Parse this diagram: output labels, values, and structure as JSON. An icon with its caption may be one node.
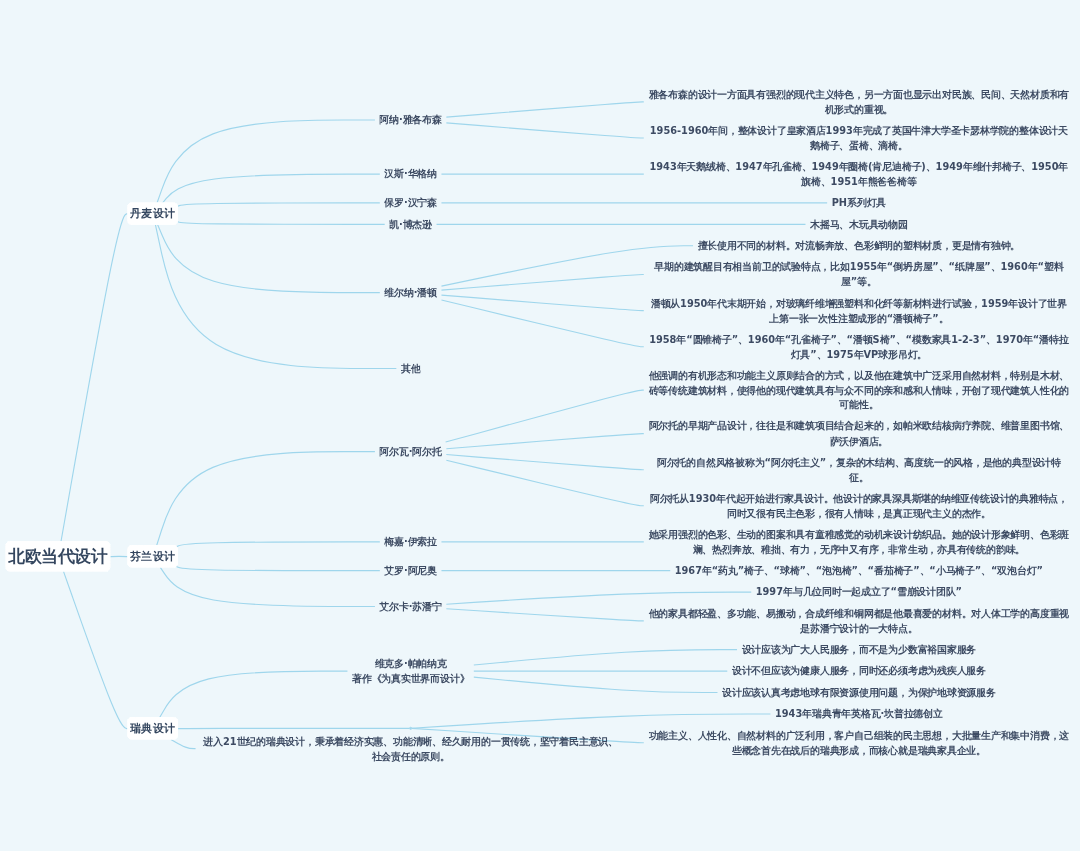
{
  "diagram": {
    "nodes": [
      {
        "text": [
          "北欧当代设计"
        ]
      },
      {
        "text": [
          "丹麦设计"
        ]
      },
      {
        "text": [
          "阿纳·雅各布森"
        ]
      },
      {
        "text": [
          "雅各布森的设计一方面具有强烈的现代主义特色，另一方面也显示出对民族、民间、天然材质和有机形式的重视。"
        ]
      },
      {
        "text": [
          "1956-1960年间，整体设计了皇家酒店1993年完成了英国牛津大学圣卡瑟林学院的整体设计天鹅椅子、蛋椅、滴椅。"
        ]
      },
      {
        "text": [
          "汉斯·华格纳"
        ]
      },
      {
        "text": [
          "1943年天鹅绒椅、1947年孔雀椅、1949年圈椅(肯尼迪椅子)、1949年维什邦椅子、1950年旗椅、1951年熊爸爸椅等"
        ]
      },
      {
        "text": [
          "保罗·汉宁森"
        ]
      },
      {
        "text": [
          "PH系列灯具"
        ]
      },
      {
        "text": [
          "凯·博杰逊"
        ]
      },
      {
        "text": [
          "木摇马、木玩具动物园"
        ]
      },
      {
        "text": [
          "维尔纳·潘顿"
        ]
      },
      {
        "text": [
          "擅长使用不同的材料。对流畅奔放、色彩鲜明的塑料材质，更是情有独钟。"
        ]
      },
      {
        "text": [
          "早期的建筑醒目有相当前卫的试验特点，比如1955年“倒坍房屋”、“纸牌屋”、1960年“塑料屋”等。"
        ]
      },
      {
        "text": [
          "潘顿从1950年代末期开始，对玻璃纤维增强塑料和化纤等新材料进行试验，1959年设计了世界上第一张一次性注塑成形的“潘顿椅子”。"
        ]
      },
      {
        "text": [
          "1958年“圆锥椅子”、1960年“孔雀椅子”、“潘顿S椅”、“模数家具1-2-3”、1970年“潘特拉灯具”、1975年VP球形吊灯。"
        ]
      },
      {
        "text": [
          "其他"
        ]
      },
      {
        "text": [
          "芬兰设计"
        ]
      },
      {
        "text": [
          "阿尔瓦·阿尔托"
        ]
      },
      {
        "text": [
          "他强调的有机形态和功能主义原则结合的方式，以及他在建筑中广泛采用自然材料，特别是木材、砖等传统建筑材料，使得他的现代建筑具有与众不同的亲和感和人情味，开创了现代建筑人性化的可能性。"
        ]
      },
      {
        "text": [
          "阿尔托的早期产品设计，往往是和建筑项目结合起来的，如帕米欧结核病疗养院、维普里图书馆、萨沃伊酒店。"
        ]
      },
      {
        "text": [
          "阿尔托的自然风格被称为“阿尔托主义”，复杂的木结构、高度统一的风格，是他的典型设计特征。"
        ]
      },
      {
        "text": [
          "阿尔托从1930年代起开始进行家具设计。他设计的家具深具斯堪的纳维亚传统设计的典雅特点，同时又很有民主色彩，很有人情味，是真正现代主义的杰作。"
        ]
      },
      {
        "text": [
          "梅嘉·伊索拉"
        ]
      },
      {
        "text": [
          "她采用强烈的色彩、生动的图案和具有童稚感觉的动机来设计纺织品。她的设计形象鲜明、色彩斑斓、热烈奔放、稚拙、有力，无序中又有序，非常生动，亦具有传统的韵味。"
        ]
      },
      {
        "text": [
          "艾罗·阿尼奥"
        ]
      },
      {
        "text": [
          "1967年“药丸”椅子、“球椅”、“泡泡椅”、“番茄椅子”、“小马椅子”、“双泡台灯”"
        ]
      },
      {
        "text": [
          "艾尔卡·苏潘宁"
        ]
      },
      {
        "text": [
          "1997年与几位同时一起成立了“雪崩设计团队”"
        ]
      },
      {
        "text": [
          "他的家具都轻盈、多功能、易搬动，合成纤维和铜网都是他最喜爱的材料。对人体工学的高度重视是苏潘宁设计的一大特点。"
        ]
      },
      {
        "text": [
          "瑞典设计"
        ]
      },
      {
        "text": [
          "维克多·帕帕纳克",
          "著作《为真实世界而设计》"
        ]
      },
      {
        "text": [
          "设计应该为广大人民服务，而不是为少数富裕国家服务"
        ]
      },
      {
        "text": [
          "设计不但应该为健康人服务，同时还必须考虑为残疾人服务"
        ]
      },
      {
        "text": [
          "设计应该认真考虑地球有限资源使用问题，为保护地球资源服务"
        ]
      },
      {
        "text": [],
        "shape": "circle"
      },
      {
        "text": [
          "1943年瑞典青年英格瓦·坎普拉德创立"
        ]
      },
      {
        "text": [
          "功能主义、人性化、自然材料的广泛利用，客户自己组装的民主思想，大批量生产和集中消费，这些概念首先在战后的瑞典形成，而核心就是瑞典家具企业。"
        ]
      },
      {
        "text": [
          "进入21世纪的瑞典设计，秉承着经济实惠、功能清晰、经久耐用的一贯传统，坚守着民主意识、社会责任的原则。"
        ]
      }
    ],
    "edges": [
      {
        "from": 0,
        "to": 1,
        "arrow": "none"
      },
      {
        "from": 0,
        "to": 17,
        "arrow": "none"
      },
      {
        "from": 0,
        "to": 30,
        "arrow": "none"
      },
      {
        "from": 1,
        "to": 2,
        "arrow": "none"
      },
      {
        "from": 2,
        "to": 3,
        "arrow": "none"
      },
      {
        "from": 2,
        "to": 4,
        "arrow": "none"
      },
      {
        "from": 1,
        "to": 5,
        "arrow": "none"
      },
      {
        "from": 5,
        "to": 6,
        "arrow": "none"
      },
      {
        "from": 1,
        "to": 7,
        "arrow": "none"
      },
      {
        "from": 7,
        "to": 8,
        "arrow": "none"
      },
      {
        "from": 1,
        "to": 9,
        "arrow": "none"
      },
      {
        "from": 9,
        "to": 10,
        "arrow": "none"
      },
      {
        "from": 1,
        "to": 11,
        "arrow": "none"
      },
      {
        "from": 11,
        "to": 12,
        "arrow": "none"
      },
      {
        "from": 11,
        "to": 13,
        "arrow": "none"
      },
      {
        "from": 11,
        "to": 14,
        "arrow": "none"
      },
      {
        "from": 11,
        "to": 15,
        "arrow": "none"
      },
      {
        "from": 1,
        "to": 16,
        "arrow": "none"
      },
      {
        "from": 17,
        "to": 18,
        "arrow": "none"
      },
      {
        "from": 18,
        "to": 19,
        "arrow": "none"
      },
      {
        "from": 18,
        "to": 20,
        "arrow": "none"
      },
      {
        "from": 18,
        "to": 21,
        "arrow": "none"
      },
      {
        "from": 18,
        "to": 22,
        "arrow": "none"
      },
      {
        "from": 17,
        "to": 23,
        "arrow": "none"
      },
      {
        "from": 23,
        "to": 24,
        "arrow": "none"
      },
      {
        "from": 17,
        "to": 25,
        "arrow": "none"
      },
      {
        "from": 25,
        "to": 26,
        "arrow": "none"
      },
      {
        "from": 17,
        "to": 27,
        "arrow": "none"
      },
      {
        "from": 27,
        "to": 28,
        "arrow": "none"
      },
      {
        "from": 27,
        "to": 29,
        "arrow": "none"
      },
      {
        "from": 30,
        "to": 31,
        "arrow": "none"
      },
      {
        "from": 31,
        "to": 32,
        "arrow": "none"
      },
      {
        "from": 31,
        "to": 33,
        "arrow": "none"
      },
      {
        "from": 31,
        "to": 34,
        "arrow": "none"
      },
      {
        "from": 30,
        "to": 35,
        "arrow": "none"
      },
      {
        "from": 35,
        "to": 36,
        "arrow": "none"
      },
      {
        "from": 35,
        "to": 37,
        "arrow": "none"
      },
      {
        "from": 30,
        "to": 38,
        "arrow": "none"
      }
    ]
  }
}
